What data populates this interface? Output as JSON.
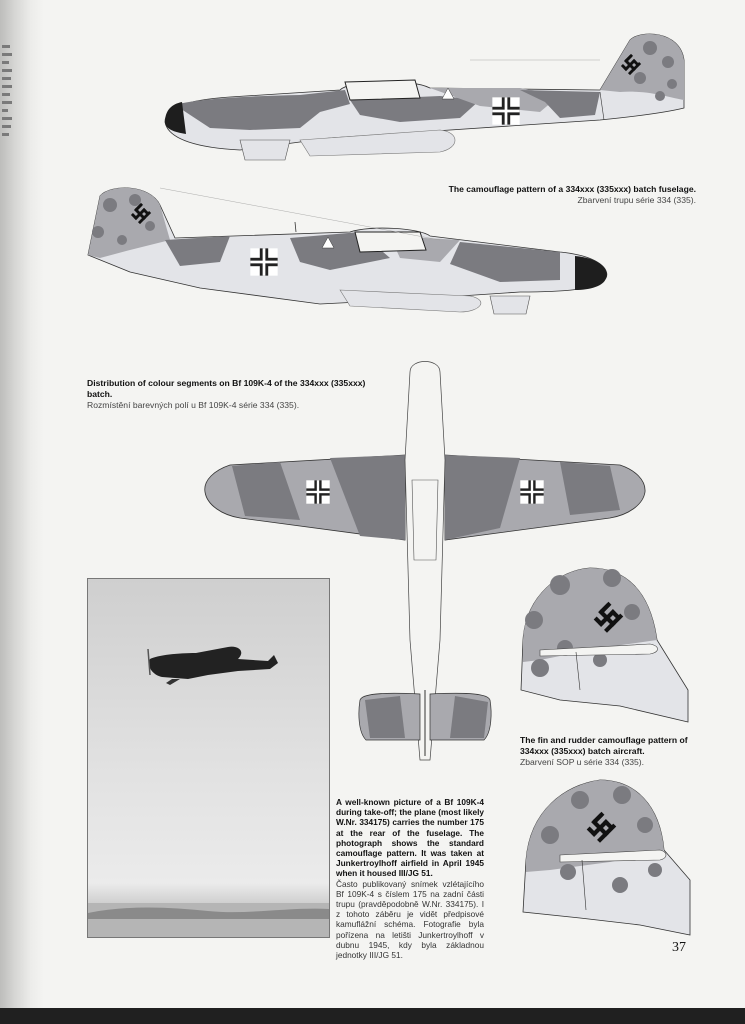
{
  "captions": {
    "fuselage_en": "The camouflage pattern of a 334xxx (335xxx) batch fuselage.",
    "fuselage_cz": "Zbarvení trupu série 334 (335).",
    "distribution_en": "Distribution of colour segments on Bf 109K-4 of the 334xxx (335xxx) batch.",
    "distribution_cz": "Rozmístění barevných polí u Bf 109K-4 série 334 (335).",
    "fin_en": "The fin and rudder camouflage pattern of 334xxx (335xxx) batch aircraft.",
    "fin_cz": "Zbarvení SOP u série 334 (335).",
    "photo_en": "A well-known picture of a Bf 109K-4 during take-off; the plane (most likely W.Nr. 334175) carries the number 175 at the rear of the fuselage. The photograph shows the standard camouflage pattern. It was taken at Junkertroylhoff airfield in April 1945 when it housed III/JG 51.",
    "photo_cz": "Často publikovaný snímek vzlétajícího Bf 109K-4 s číslem 175 na zadní části trupu (pravděpodobně W.Nr. 334175). I z tohoto záběru je vidět předpisové kamuflážní schéma. Fotografie byla pořízena na letišti Junkertroylhoff v dubnu 1945, kdy byla základnou jednotky III/JG 51."
  },
  "page_number": "37",
  "colors": {
    "dark_grey": "#7b7b80",
    "medium_grey": "#a9a9ae",
    "light_blue": "#e3e4e8",
    "black": "#1e1e1e"
  },
  "icons": [
    "balkenkreuz-icon",
    "swastika-icon"
  ]
}
